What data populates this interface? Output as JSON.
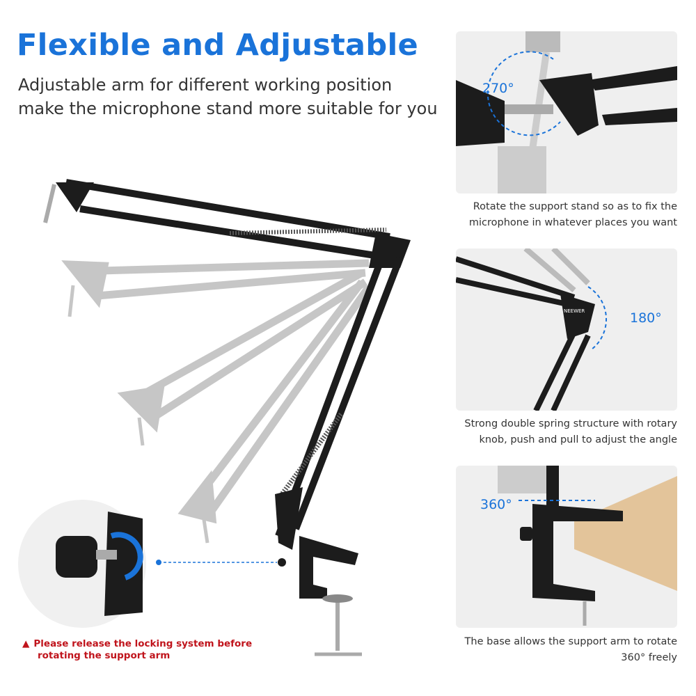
{
  "header": {
    "title": "Flexible and Adjustable",
    "subtitle_lines": [
      "Adjustable arm for different working position",
      "make the microphone stand more suitable for you"
    ]
  },
  "warning": {
    "icon": "warning-triangle-icon",
    "lines": [
      "Please release the locking system before",
      "rotating the support arm"
    ]
  },
  "panels": [
    {
      "angle_label": "270°",
      "caption_lines": [
        "Rotate the support stand so as to fix the",
        "microphone in whatever places you want"
      ]
    },
    {
      "angle_label": "180°",
      "caption_lines": [
        "Strong double spring structure with rotary",
        "knob, push and pull to adjust the angle"
      ]
    },
    {
      "angle_label": "360°",
      "caption_lines": [
        "The base allows the support arm to rotate",
        "360° freely"
      ]
    }
  ],
  "logo_text": "NEEWER",
  "colors": {
    "accent": "#1a73d9",
    "warning": "#c0141c",
    "panel_bg": "#efefef",
    "arm": "#1c1c1c"
  }
}
